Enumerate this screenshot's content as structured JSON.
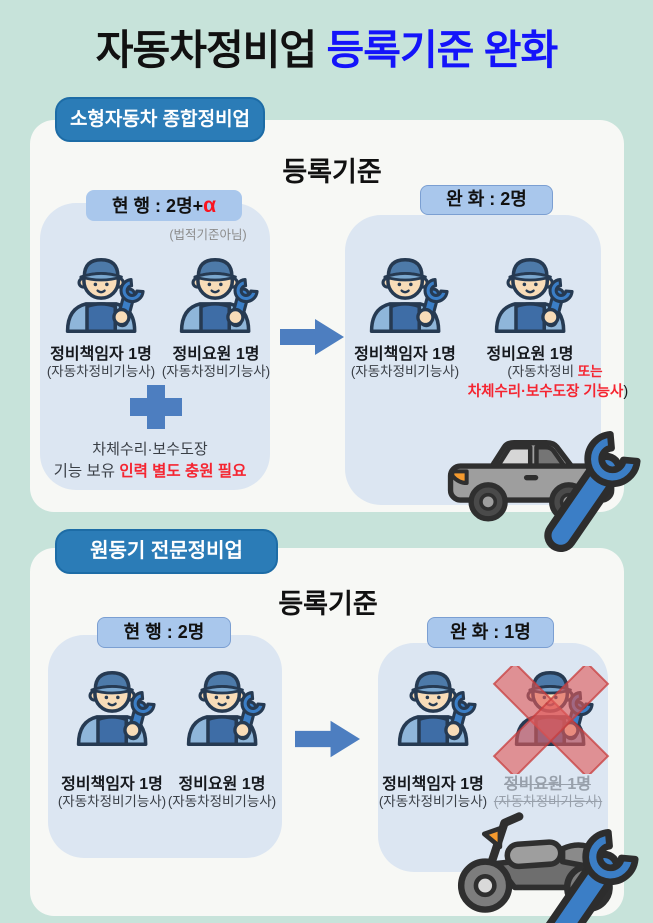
{
  "title": {
    "part_black": "자동차정비업 ",
    "part_blue": "등록기준 완화"
  },
  "s1": {
    "badge": "소형자동차 종합정비업",
    "heading": "등록기준",
    "before": {
      "label": "현 행 : 2명+",
      "alpha": "α",
      "note": "(법적기준아님)",
      "w1_role": "정비책임자 1명",
      "w1_cert": "(자동차정비기능사)",
      "w2_role": "정비요원 1명",
      "w2_cert": "(자동차정비기능사)",
      "extra1": "차체수리·보수도장",
      "extra2": "기능 보유 ",
      "extra2_red": "인력 별도 충원 필요"
    },
    "after": {
      "label": "완 화 : 2명",
      "w1_role": "정비책임자 1명",
      "w1_cert": "(자동차정비기능사)",
      "w2_role": "정비요원 1명",
      "w2_cert_a": "(자동차정비 ",
      "w2_cert_red": "또는",
      "w2_cert_red2": "차체수리·보수도장 기능사",
      "w2_cert_b": ")"
    }
  },
  "s2": {
    "badge": "원동기 전문정비업",
    "heading": "등록기준",
    "before": {
      "label": "현 행 : 2명",
      "w1_role": "정비책임자 1명",
      "w1_cert": "(자동차정비기능사)",
      "w2_role": "정비요원 1명",
      "w2_cert": "(자동차정비기능사)"
    },
    "after": {
      "label": "완 화 : 1명",
      "w1_role": "정비책임자 1명",
      "w1_cert": "(자동차정비기능사)",
      "w2_role": "정비요원 1명",
      "w2_cert": "(자동차정비기능사)"
    }
  },
  "icons": {
    "mechanic": "mechanic-icon",
    "wrench": "wrench-icon",
    "car": "car-icon",
    "motorcycle": "motorcycle-icon",
    "arrow": "arrow-right-icon",
    "plus": "plus-icon",
    "cross_out": "cross-out-x-icon"
  },
  "colors": {
    "background": "#c7e3da",
    "panel": "#f7f8f5",
    "section_badge_blue": "#2b7cb7",
    "inner_box_blue": "#dce6f2",
    "tag_blue": "#a9c7ec",
    "accent_blue": "#4d7ec0",
    "title_blue": "#1414fa",
    "alert_red": "#fa1420",
    "muted_gray": "#8c8c8c",
    "removed_gray": "#98a0ab"
  }
}
